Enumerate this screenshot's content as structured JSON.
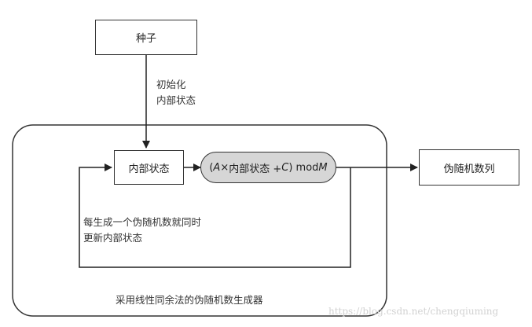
{
  "diagram": {
    "seed": "种子",
    "init_label_line1": "初始化",
    "init_label_line2": "内部状态",
    "internal_state": "内部状态",
    "formula_A": "A",
    "formula_times": " × ",
    "formula_mid": "内部状态 + ",
    "formula_C": "C",
    "formula_mod": ") mod ",
    "formula_M": "M",
    "formula_open": "(",
    "output": "伪随机数列",
    "update_line1": "每生成一个伪随机数就同时",
    "update_line2": "更新内部状态",
    "container_caption": "采用线性同余法的伪随机数生成器"
  },
  "watermark": "https://blog.csdn.net/chengqiuming"
}
